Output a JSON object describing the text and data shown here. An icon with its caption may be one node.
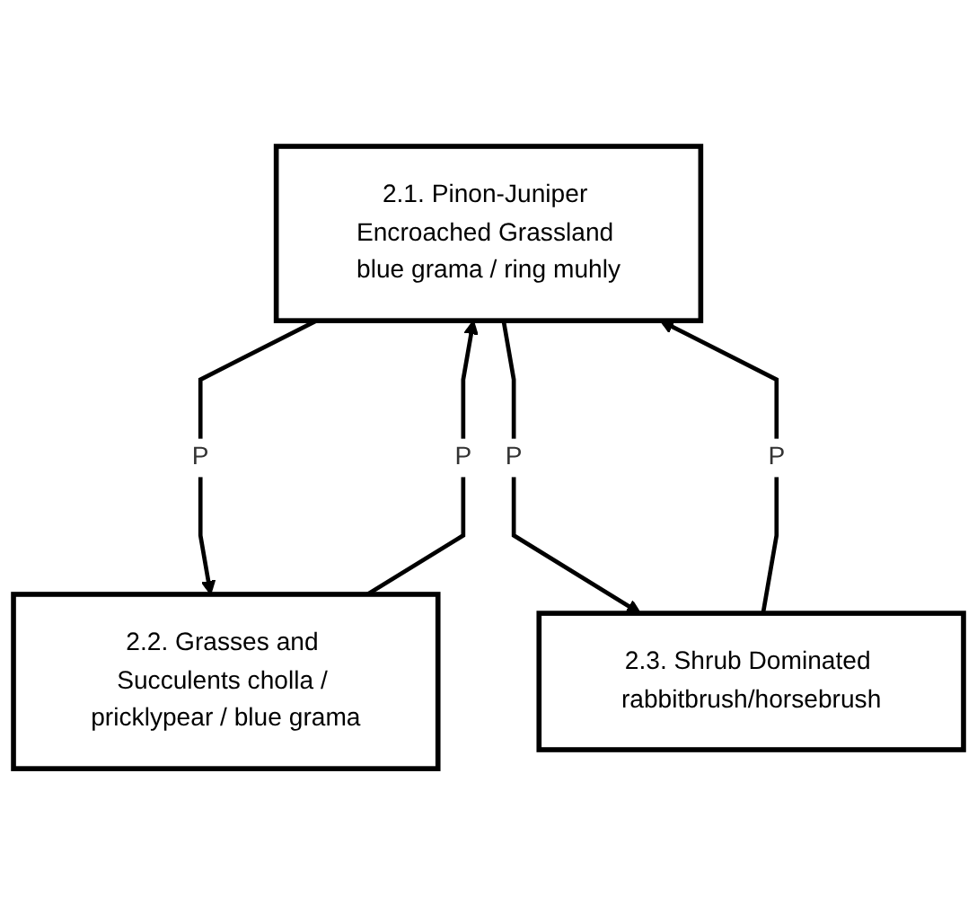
{
  "diagram": {
    "nodes": [
      {
        "text": [
          "2.1. Pinon-Juniper Encroached Grassland blue grama / ring muhly"
        ]
      },
      {
        "text": [
          "2.2. Grasses and Succulents cholla / pricklypear / blue grama"
        ]
      },
      {
        "text": [
          "2.3. Shrub Dominated rabbitbrush/horsebrush"
        ]
      }
    ],
    "edges": [
      {
        "from": 0,
        "to": 1,
        "arrow": "to",
        "label": "P"
      },
      {
        "from": 1,
        "to": 0,
        "arrow": "to",
        "label": "P"
      },
      {
        "from": 0,
        "to": 2,
        "arrow": "to",
        "label": "P"
      },
      {
        "from": 2,
        "to": 0,
        "arrow": "to",
        "label": "P"
      }
    ]
  }
}
